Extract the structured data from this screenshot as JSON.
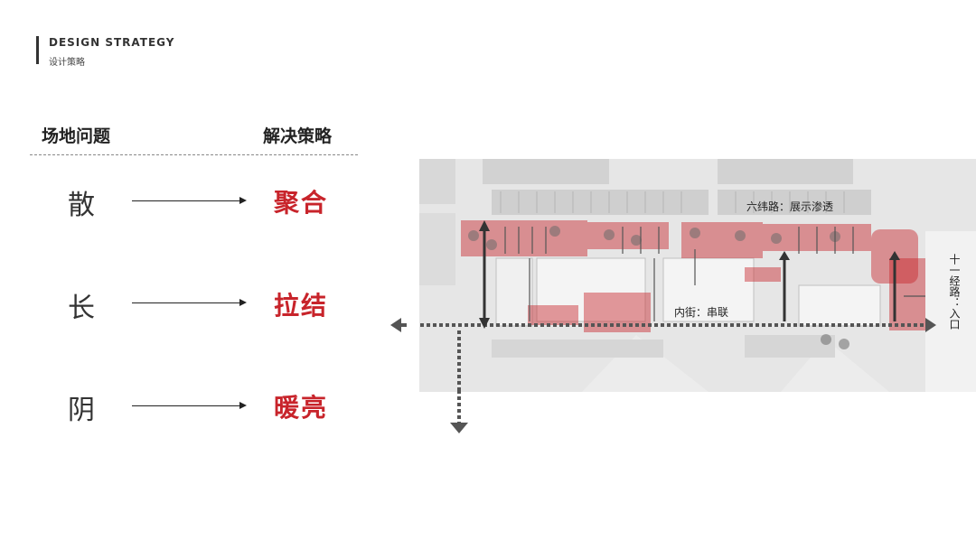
{
  "header": {
    "title": "DESIGN STRATEGY",
    "subtitle": "设计策略"
  },
  "columns": {
    "problems_heading": "场地问题",
    "solutions_heading": "解决策略"
  },
  "rows": [
    {
      "problem": "散",
      "solution": "聚合"
    },
    {
      "problem": "长",
      "solution": "拉结"
    },
    {
      "problem": "阴",
      "solution": "暖亮"
    }
  ],
  "map": {
    "label_north_road": "六纬路：展示渗透",
    "label_inner_street": "内街：串联",
    "label_east_road": "十一经路：入口"
  },
  "colors": {
    "accent": "#c8242b",
    "highlight": "#d9868a",
    "map_base": "#e6e6e6"
  }
}
